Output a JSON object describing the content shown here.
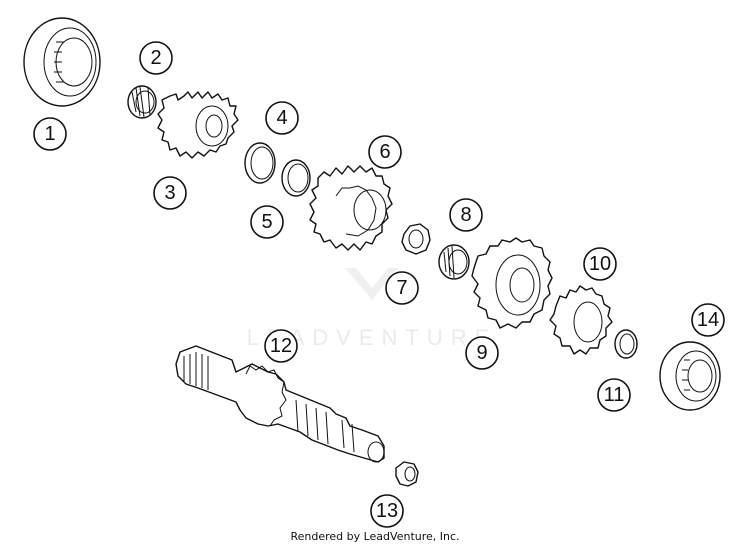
{
  "diagram": {
    "callouts": [
      "1",
      "2",
      "3",
      "4",
      "5",
      "6",
      "7",
      "8",
      "9",
      "10",
      "11",
      "12",
      "13",
      "14"
    ],
    "parts": [
      "bearing",
      "needle-bearing",
      "gear",
      "thrust-washer",
      "thrust-washer",
      "double-gear",
      "lock-washer",
      "needle-bearing",
      "gear",
      "gear",
      "washer",
      "shaft",
      "bushing",
      "bearing"
    ]
  },
  "watermark": "LEADVENTURE",
  "footer": {
    "credit": "Rendered by LeadVenture, Inc."
  },
  "colors": {
    "line": "#111111",
    "background": "#ffffff"
  }
}
